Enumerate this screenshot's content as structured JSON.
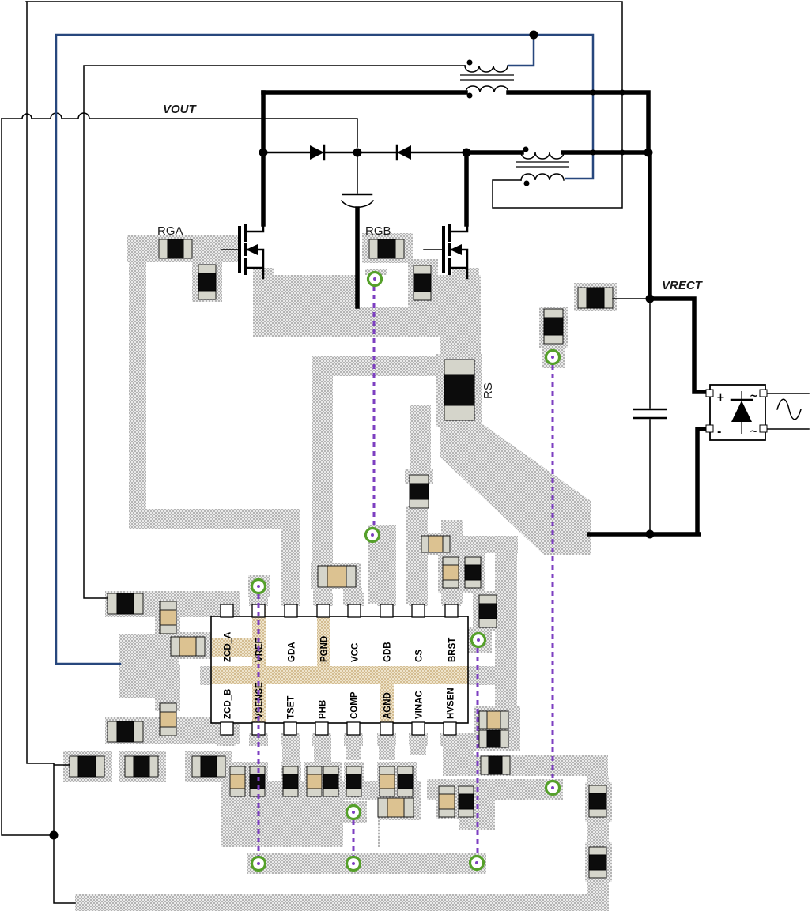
{
  "labels": {
    "vout": "VOUT",
    "vrect": "VRECT",
    "rga": "RGA",
    "rgb": "RGB",
    "rs": "RS"
  },
  "ic": {
    "top_pins": [
      "ZCD_A",
      "VREF",
      "GDA",
      "PGND",
      "VCC",
      "GDB",
      "CS",
      "BRST"
    ],
    "bottom_pins": [
      "ZCD_B",
      "VSENSE",
      "TSET",
      "PHB",
      "COMP",
      "AGND",
      "VINAC",
      "HVSEN"
    ]
  },
  "bridge": {
    "plus": "+",
    "minus": "-",
    "ac_top": "~",
    "ac_bottom": "~"
  },
  "colors": {
    "copper_pour_dot": "#8c8c8c",
    "copper_pour_bg": "#ebebeb",
    "inner_trace_dot": "#c2a169",
    "inner_trace_bg": "#eee4cc",
    "wire_black": "#000000",
    "wire_blue": "#27477d",
    "probe_purple": "#7d3fc1",
    "testpoint_green": "#55a02a",
    "component_body_black": "#0c0c0c",
    "component_body_tan": "#dcc291",
    "component_pad_gray": "#d5d5cb"
  }
}
